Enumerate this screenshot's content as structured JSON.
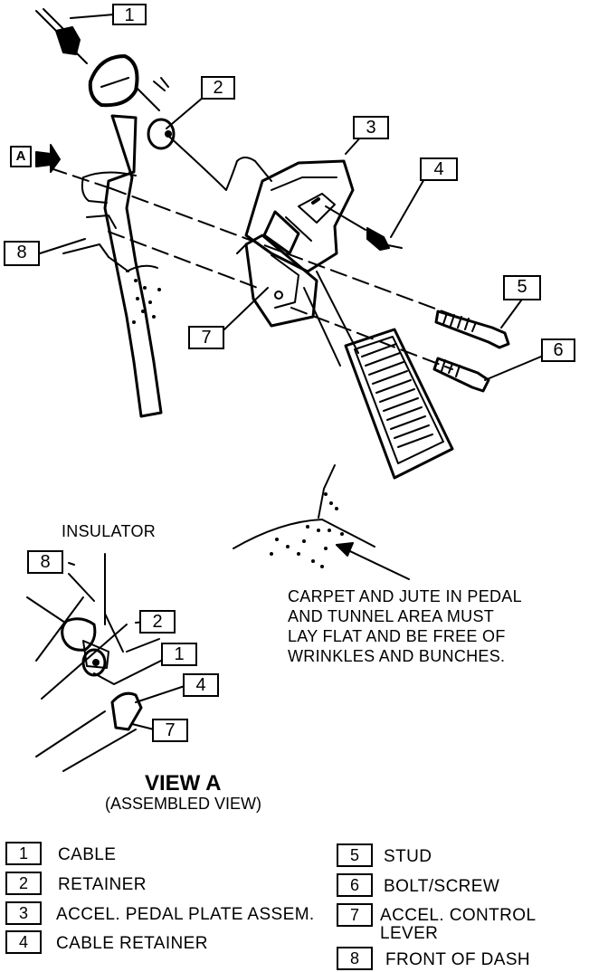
{
  "callouts": [
    "1",
    "2",
    "3",
    "4",
    "5",
    "6",
    "7",
    "8"
  ],
  "view_a": {
    "callouts": [
      "8",
      "2",
      "1",
      "4",
      "7"
    ],
    "insulator_label": "INSULATOR",
    "title": "VIEW A",
    "subtitle": "(ASSEMBLED VIEW)",
    "view_marker": "A"
  },
  "note_lines": [
    "CARPET AND JUTE IN PEDAL",
    "AND TUNNEL AREA MUST",
    "LAY FLAT AND BE FREE OF",
    "WRINKLES AND BUNCHES."
  ],
  "legend": [
    {
      "num": "1",
      "text": "CABLE"
    },
    {
      "num": "2",
      "text": "RETAINER"
    },
    {
      "num": "3",
      "text": "ACCEL. PEDAL PLATE ASSEM."
    },
    {
      "num": "4",
      "text": "CABLE RETAINER"
    },
    {
      "num": "5",
      "text": "STUD"
    },
    {
      "num": "6",
      "text": "BOLT/SCREW"
    },
    {
      "num": "7",
      "text": "ACCEL. CONTROL LEVER"
    },
    {
      "num": "8",
      "text": "FRONT OF DASH"
    }
  ]
}
